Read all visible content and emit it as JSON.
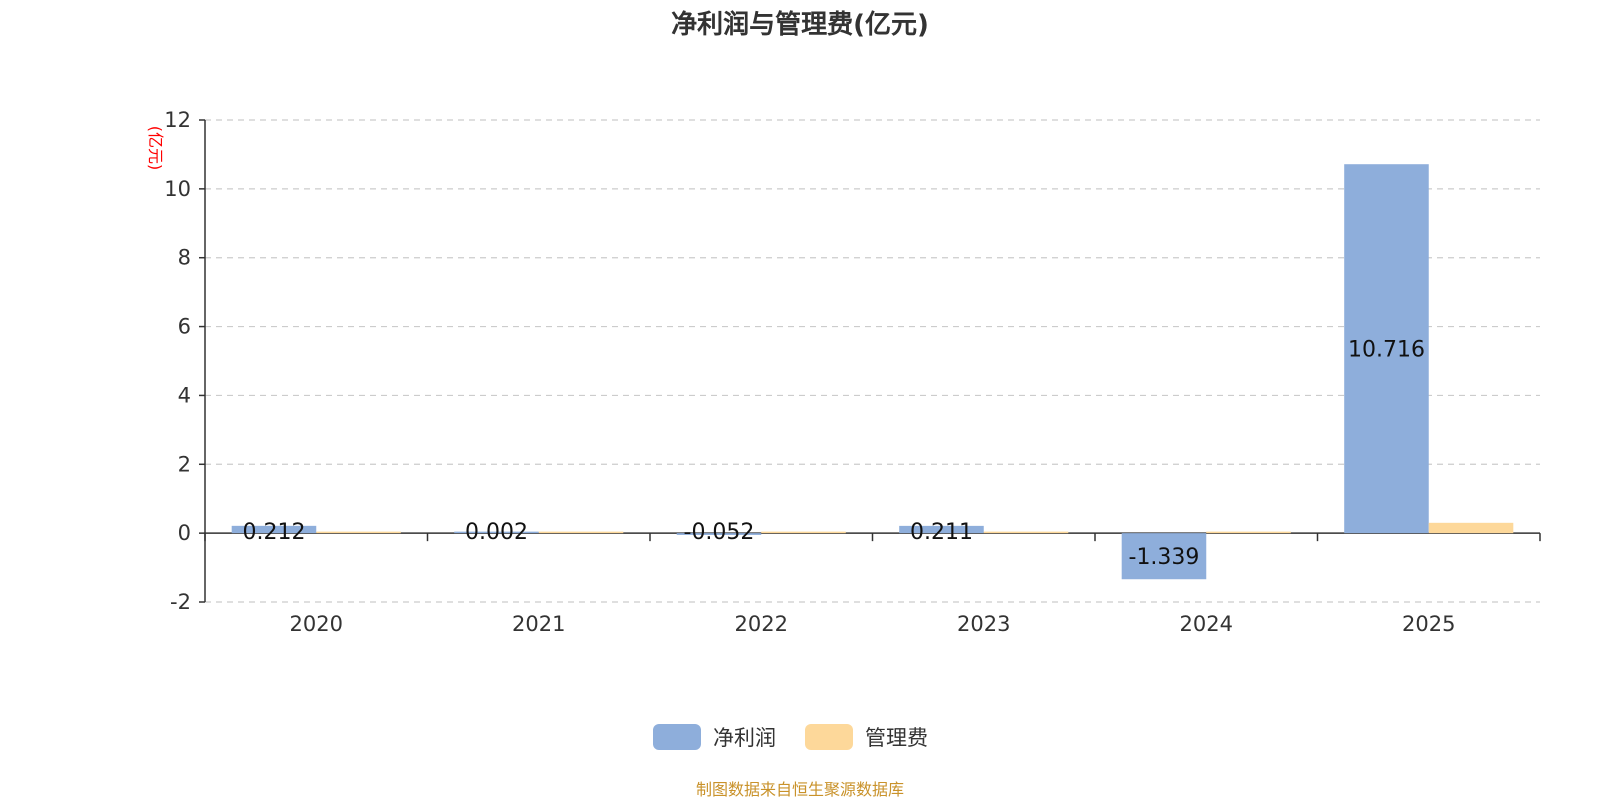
{
  "chart_data": {
    "type": "bar",
    "title": "净利润与管理费(亿元)",
    "ylabel": "(亿元)",
    "xlabel": "",
    "categories": [
      "2020",
      "2021",
      "2022",
      "2023",
      "2024",
      "2025"
    ],
    "series": [
      {
        "name": "净利润",
        "color": "#8eaedb",
        "values": [
          0.212,
          0.002,
          -0.052,
          0.211,
          -1.339,
          10.716
        ],
        "labels": [
          "0.212",
          "0.002",
          "-0.052",
          "0.211",
          "-1.339",
          "10.716"
        ]
      },
      {
        "name": "管理费",
        "color": "#fdd89a",
        "values": [
          0.02,
          0.01,
          0.01,
          0.02,
          0.03,
          0.3
        ]
      }
    ],
    "ylim": [
      -2,
      12
    ],
    "yticks": [
      -2,
      0,
      2,
      4,
      6,
      8,
      10,
      12
    ],
    "grid": true,
    "legend_position": "bottom-center"
  },
  "footer": {
    "source": "制图数据来自恒生聚源数据库"
  }
}
